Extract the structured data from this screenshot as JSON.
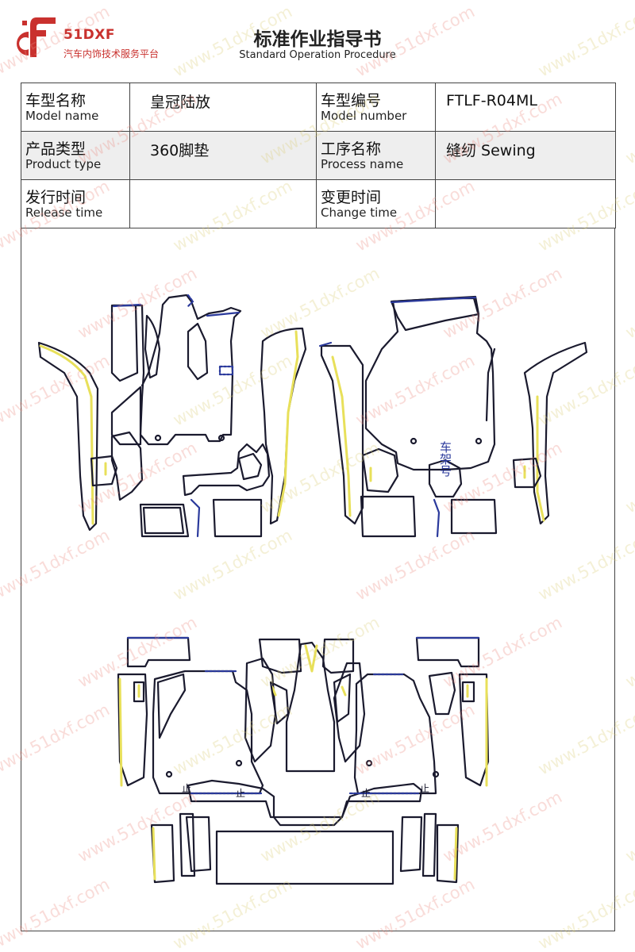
{
  "header": {
    "logo_name": "51DXF",
    "logo_tagline": "汽车内饰技术服务平台",
    "title": "标准作业指导书",
    "subtitle": "Standard Operation Procedure"
  },
  "info": {
    "model_name_cn": "车型名称",
    "model_name_en": "Model name",
    "model_name_value": "皇冠陆放",
    "model_number_cn": "车型编号",
    "model_number_en": "Model number",
    "model_number_value": "FTLF-R04ML",
    "product_type_cn": "产品类型",
    "product_type_en": "Product type",
    "product_type_value": "360脚垫",
    "process_name_cn": "工序名称",
    "process_name_en": "Process name",
    "process_name_value": "缝纫 Sewing",
    "release_time_cn": "发行时间",
    "release_time_en": "Release time",
    "release_time_value": "",
    "change_time_cn": "变更时间",
    "change_time_en": "Change time",
    "change_time_value": ""
  },
  "drawing": {
    "frame_label": "车架号",
    "marker": "止",
    "watermark": "www.51dxf.com",
    "outline_color": "#1a1a2e",
    "edge_color_yellow": "#e8e05a",
    "edge_color_blue": "#2b3a9c"
  },
  "colors": {
    "brand_red": "#c9312e",
    "table_shade": "#eeeeee"
  }
}
